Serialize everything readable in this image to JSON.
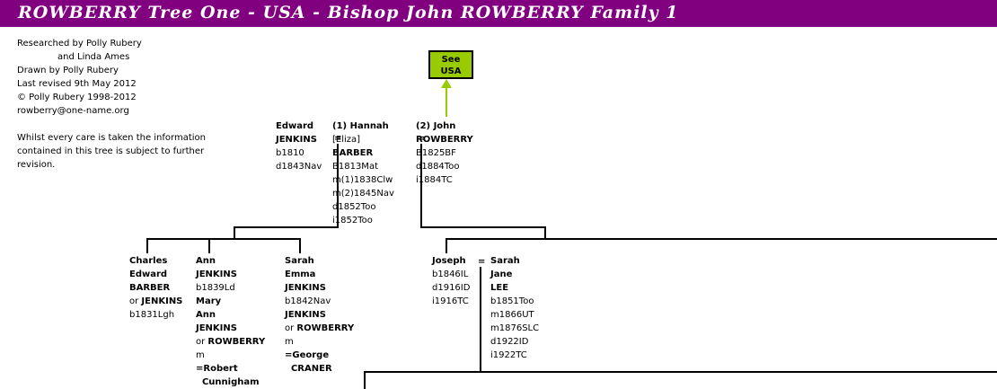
{
  "title": "ROWBERRY Tree One - USA - Bishop John ROWBERRY Family 1",
  "credits": [
    "Researched by Polly Rubery",
    "and Linda Ames",
    "Drawn by Polly Rubery",
    "Last revised 9th May 2012",
    "© Polly Rubery 1998-2012",
    "rowberry@one-name.org"
  ],
  "disclaimer": [
    "Whilst every care is taken the information",
    "contained in this tree is subject to further",
    "revision."
  ],
  "see_link": [
    "See",
    "USA"
  ],
  "equals": "=",
  "persons": {
    "edward": [
      {
        "text": "Edward",
        "bold": true
      },
      {
        "text": "JENKINS",
        "bold": true
      },
      {
        "text": "b1810",
        "bold": false
      },
      {
        "text": "d1843Nav",
        "bold": false
      }
    ],
    "hannah": [
      {
        "text": "(1) Hannah",
        "bold": true
      },
      {
        "text": "[Eliza]",
        "bold": false
      },
      {
        "text": "BARBER",
        "bold": true
      },
      {
        "text": "B1813Mat",
        "bold": false
      },
      {
        "text": "m(1)1838Clw",
        "bold": false
      },
      {
        "text": "m(2)1845Nav",
        "bold": false
      },
      {
        "text": "d1852Too",
        "bold": false
      },
      {
        "text": "i1852Too",
        "bold": false
      }
    ],
    "john": [
      {
        "text": "(2) John",
        "bold": true
      },
      {
        "text": "ROWBERRY",
        "bold": true
      },
      {
        "text": "B1825BF",
        "bold": false
      },
      {
        "text": "d1884Too",
        "bold": false
      },
      {
        "text": "i1884TC",
        "bold": false
      }
    ],
    "charles": [
      {
        "text": "Charles",
        "bold": true
      },
      {
        "text": "Edward",
        "bold": true
      },
      {
        "text": "BARBER",
        "bold": true
      },
      {
        "text": "or JENKINS",
        "bold": false,
        "bold_part": "JENKINS"
      },
      {
        "text": "b1831Lgh",
        "bold": false
      }
    ],
    "ann": [
      {
        "text": "Ann",
        "bold": true
      },
      {
        "text": "JENKINS",
        "bold": true
      },
      {
        "text": "b1839Ld",
        "bold": false
      },
      {
        "text": "Mary",
        "bold": true
      },
      {
        "text": "Ann",
        "bold": true
      },
      {
        "text": "JENKINS",
        "bold": true
      },
      {
        "text": "or ROWBERRY",
        "bold": false,
        "bold_part": "ROWBERRY"
      },
      {
        "text": "m",
        "bold": false
      },
      {
        "text": "=Robert",
        "bold": true
      },
      {
        "text": "  Cunnigham",
        "bold": true
      }
    ],
    "sarah_emma": [
      {
        "text": "Sarah",
        "bold": true
      },
      {
        "text": "Emma",
        "bold": true
      },
      {
        "text": "JENKINS",
        "bold": true
      },
      {
        "text": "b1842Nav",
        "bold": false
      },
      {
        "text": "JENKINS",
        "bold": true
      },
      {
        "text": "or ROWBERRY",
        "bold": false,
        "bold_part": "ROWBERRY"
      },
      {
        "text": "m",
        "bold": false
      },
      {
        "text": "=George",
        "bold": true
      },
      {
        "text": "  CRANER",
        "bold": true
      }
    ],
    "joseph": [
      {
        "text": "Joseph",
        "bold": true
      },
      {
        "text": "b1846IL",
        "bold": false
      },
      {
        "text": "d1916ID",
        "bold": false
      },
      {
        "text": "i1916TC",
        "bold": false
      }
    ],
    "sarah_jane": [
      {
        "text": "Sarah",
        "bold": true
      },
      {
        "text": "Jane",
        "bold": true
      },
      {
        "text": "LEE",
        "bold": true
      },
      {
        "text": "b1851Too",
        "bold": false
      },
      {
        "text": "m1866UT",
        "bold": false
      },
      {
        "text": "m1876SLC",
        "bold": false
      },
      {
        "text": "d1922ID",
        "bold": false
      },
      {
        "text": "i1922TC",
        "bold": false
      }
    ]
  },
  "colors": {
    "title_bar": "#800080",
    "title_text": "#ffffff",
    "see_box": "#99cc00",
    "arrow": "#99cc00"
  }
}
